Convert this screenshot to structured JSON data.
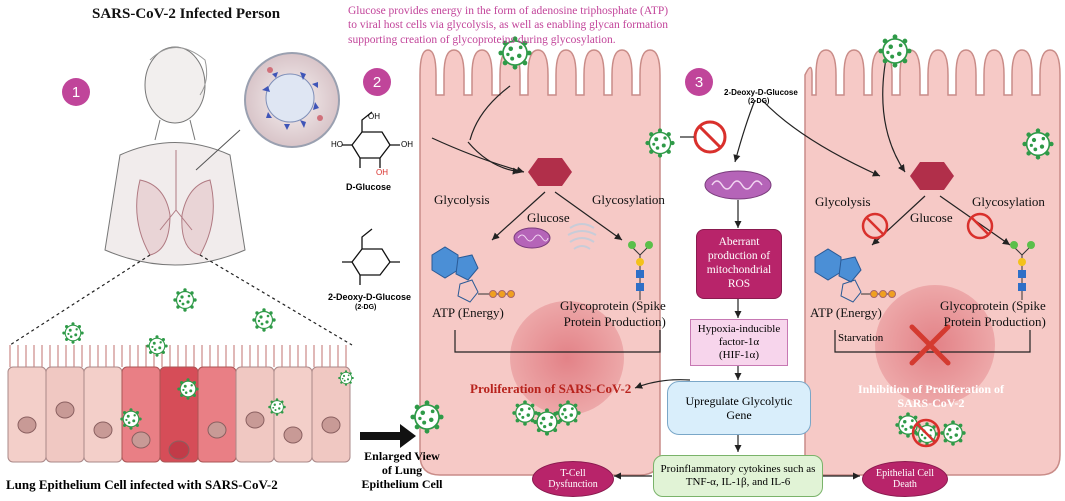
{
  "header": {
    "infected_person_title": "SARS-CoV-2 Infected Person",
    "glucose_note": "Glucose provides energy in the form of adenosine triphosphate (ATP) to viral host cells via glycolysis, as well as enabling glycan formation supporting creation of glycoproteins during glycosylation."
  },
  "badges": [
    "1",
    "2",
    "3"
  ],
  "molecules": {
    "d_glucose": "D-Glucose",
    "deoxy_glucose": "2-Deoxy-D-Glucose",
    "deoxy_abbrev": "(2-DG)",
    "ring_oh_labels": [
      "OH",
      "HO",
      "OH",
      "OH"
    ]
  },
  "left_panel": {
    "lung_caption": "Lung Epithelium Cell infected with SARS-CoV-2",
    "enlarged_caption_1": "Enlarged View",
    "enlarged_caption_2": "of Lung",
    "enlarged_caption_3": "Epithelium Cell"
  },
  "cell_left": {
    "glycolysis": "Glycolysis",
    "glucose": "Glucose",
    "glycosylation": "Glycosylation",
    "atp": "ATP (Energy)",
    "glycoprotein_1": "Glycoprotein (Spike",
    "glycoprotein_2": "Protein Production)",
    "proliferation": "Proliferation of SARS-CoV-2"
  },
  "pathway": {
    "aberrant": "Aberrant production of mitochondrial ROS",
    "hif_1": "Hypoxia-inducible",
    "hif_2": "factor-1α",
    "hif_3": "(HIF-1α)",
    "upregulate_1": "Upregulate Glycolytic",
    "upregulate_2": "Gene",
    "cytokines_1": "Proinflammatory cytokines such as",
    "cytokines_2": "TNF-α, IL-1β, and IL-6",
    "tcell_1": "T-Cell",
    "tcell_2": "Dysfunction",
    "epithelial_1": "Epithelial Cell",
    "epithelial_2": "Death"
  },
  "cell_right": {
    "glycolysis": "Glycolysis",
    "glucose": "Glucose",
    "glycosylation": "Glycosylation",
    "atp": "ATP (Energy)",
    "starvation": "Starvation",
    "glycoprotein_1": "Glycoprotein (Spike",
    "glycoprotein_2": "Protein Production)",
    "inhibition_1": "Inhibition of Proliferation of",
    "inhibition_2": "SARS-CoV-2"
  },
  "colors": {
    "cell_fill": "#f6c9c6",
    "cell_stroke": "#c98c88",
    "badge": "#c0459a",
    "hexagon": "#b12f4a",
    "pathway_box": "#b8246a",
    "note_text": "#c2449a",
    "virus": "#2f9a48"
  }
}
